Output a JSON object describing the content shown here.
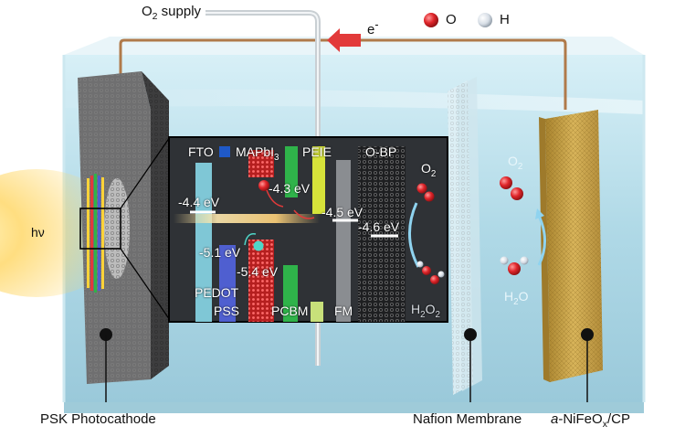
{
  "labels": {
    "o2_supply_prefix": "O",
    "o2_supply_sub": "2",
    "o2_supply_suffix": " supply",
    "electron": "e",
    "electron_sup": "-",
    "legend_o": "O",
    "legend_h": "H",
    "hv": "hν",
    "psk": "PSK Photocathode",
    "nafion": "Nafion Membrane",
    "anode_prefix": "a",
    "anode_mid": "-NiFeO",
    "anode_sub": "x",
    "anode_suffix": "/CP",
    "o2_right_prefix": "O",
    "o2_right_sub": "2",
    "h2o_right_prefix": "H",
    "h2o_right_sub": "2",
    "h2o_right_suffix": "O"
  },
  "inset": {
    "fto": "FTO",
    "mapbi_prefix": "MAPbI",
    "mapbi_sub": "3",
    "peie": "PEIE",
    "obp": "O-BP",
    "e44": "-4.4 eV",
    "e43": "-4.3 eV",
    "e45": "-4.5 eV",
    "e46": "-4.6 eV",
    "e51": "-5.1 eV",
    "e54": "-5.4 eV",
    "pedot": "PEDOT",
    "pss": "PSS",
    "pcbm": "PCBM",
    "fm": "FM",
    "o2_prefix": "O",
    "o2_sub": "2",
    "h2o2_prefix": "H",
    "h2o2_sub1": "2",
    "h2o2_mid": "O",
    "h2o2_sub2": "2"
  },
  "colors": {
    "water": "#a9d7e6",
    "tank_edge": "#bfe3ee",
    "wire": "#b07a4a",
    "arrow_e": "#e23a3a",
    "oxygen_atom": "#e0262b",
    "hydrogen_atom": "#e9eef2",
    "inset_bg": "#2f3236",
    "fto_bar": "#7fc7d6",
    "mapbi_bar": "#cc2d2d",
    "peie_bar": "#d6e33a",
    "pcbm_bar": "#2fb34a",
    "pedot_bar": "#4f5fd0",
    "anode": "#c9a347",
    "cathode_body": "#6f6f70"
  },
  "icons": [
    "oxygen-atom-icon",
    "hydrogen-atom-icon",
    "electron-arrow-icon"
  ]
}
